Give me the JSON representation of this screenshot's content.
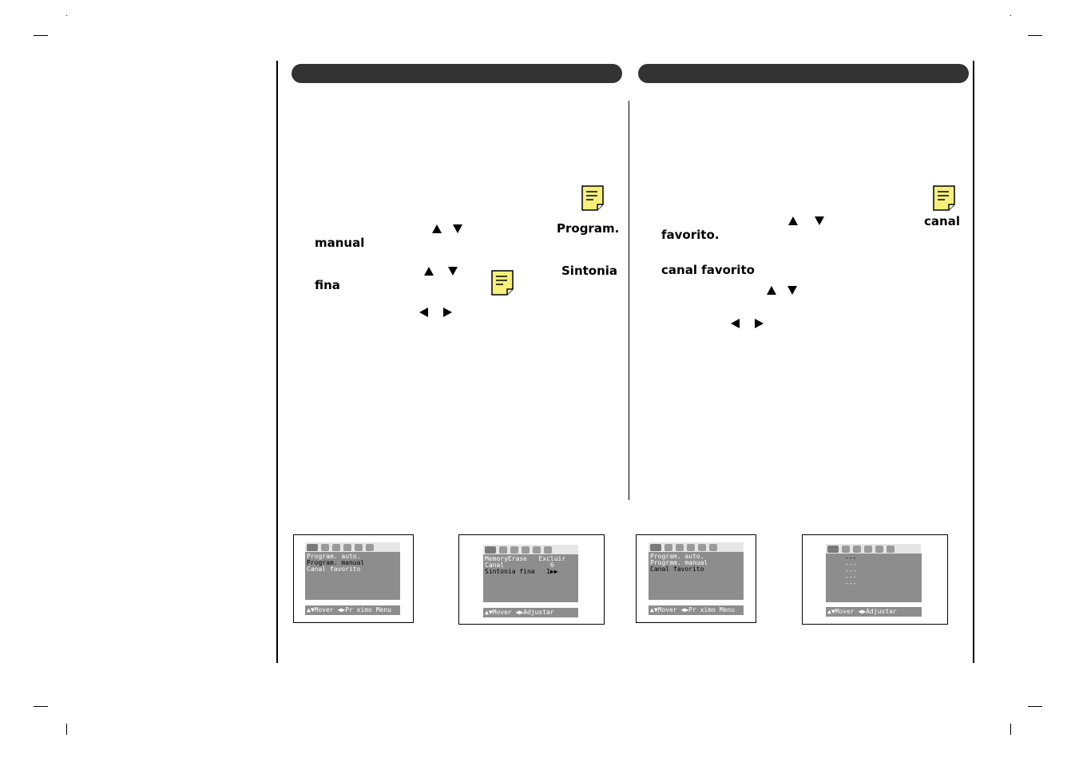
{
  "left_section": {
    "heading": "",
    "step1": {
      "bold_label": "Program.",
      "bold_label2": "manual"
    },
    "step2": {
      "bold_label": "Sintonia",
      "bold_label2": "fina"
    }
  },
  "right_section": {
    "heading": "",
    "step1": {
      "bold_label": "canal",
      "bold_label2": "favorito."
    },
    "step2": {
      "bold_label": "canal favorito"
    }
  },
  "screens": [
    {
      "lines": [
        "Program. auto.",
        "Program. manual",
        "Canal favorito"
      ],
      "highlight": 1,
      "footer": "▲▼Mover ◀▶Pr ximo Menu"
    },
    {
      "lines": [
        "MemoryErase   Excluir",
        "Canal            6",
        "Sintonia fina   1▶▶"
      ],
      "highlight": 2,
      "footer": "▲▼Mover ◀▶Adjustar"
    },
    {
      "lines": [
        "Program. auto.",
        "Program. manual",
        "Canal favorito"
      ],
      "highlight": 2,
      "footer": "▲▼Mover ◀▶Pr ximo Menu"
    },
    {
      "lines": [
        "---",
        "---",
        "---",
        "---",
        "---"
      ],
      "highlight": 0,
      "footer": "▲▼Mover ◀▶Adjustar"
    }
  ],
  "icons": [
    "memo-note-icon",
    "arrow-up-icon",
    "arrow-down-icon",
    "arrow-left-icon",
    "arrow-right-icon",
    "tv-menu-icon"
  ]
}
